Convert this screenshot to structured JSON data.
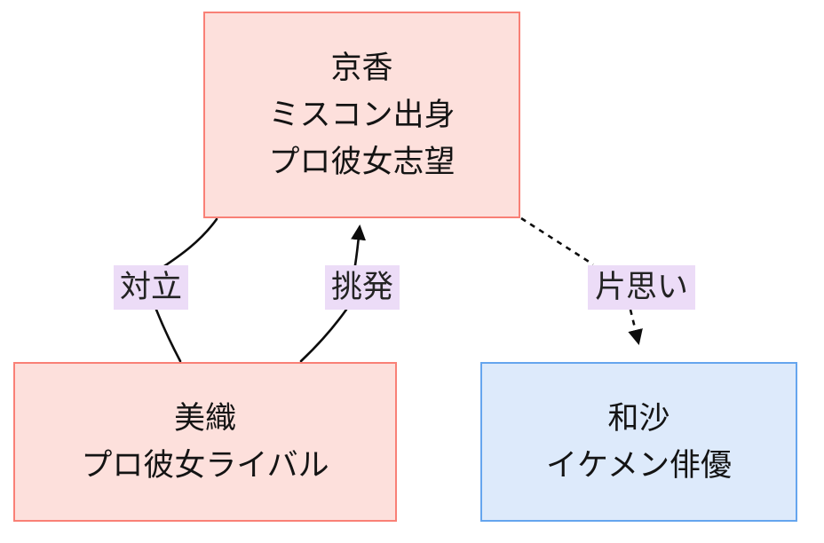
{
  "diagram": {
    "type": "flowchart",
    "direction": "bottom-to-top",
    "background": "#ffffff",
    "nodes": [
      {
        "id": "kyoka",
        "lines": [
          "京香",
          "ミスコン出身",
          "プロ彼女志望"
        ],
        "line1": "京香",
        "line2": "ミスコン出身",
        "line3": "プロ彼女志望",
        "fill": "#fde0dc",
        "stroke": "#f98076",
        "shape": "rectangle"
      },
      {
        "id": "miori",
        "lines": [
          "美織",
          "プロ彼女ライバル"
        ],
        "line1": "美織",
        "line2": "プロ彼女ライバル",
        "fill": "#fde0dc",
        "stroke": "#f98076",
        "shape": "rectangle"
      },
      {
        "id": "kazusa",
        "lines": [
          "和沙",
          "イケメン俳優"
        ],
        "line1": "和沙",
        "line2": "イケメン俳優",
        "fill": "#ddeafb",
        "stroke": "#65a5ee",
        "shape": "rectangle"
      }
    ],
    "edges": [
      {
        "id": "tairitsu",
        "label": "対立",
        "from": "miori",
        "to": "kyoka",
        "style": "solid",
        "arrow": "none",
        "label_bg": "#ecdcf7"
      },
      {
        "id": "chohatsu",
        "label": "挑発",
        "from": "miori",
        "to": "kyoka",
        "style": "solid",
        "arrow": "triangle",
        "label_bg": "#ecdcf7"
      },
      {
        "id": "kataomoi",
        "label": "片思い",
        "from": "kyoka",
        "to": "kazusa",
        "style": "dashed",
        "arrow": "triangle",
        "label_bg": "#ecdcf7"
      }
    ],
    "line_color": "#0d0d0d"
  }
}
